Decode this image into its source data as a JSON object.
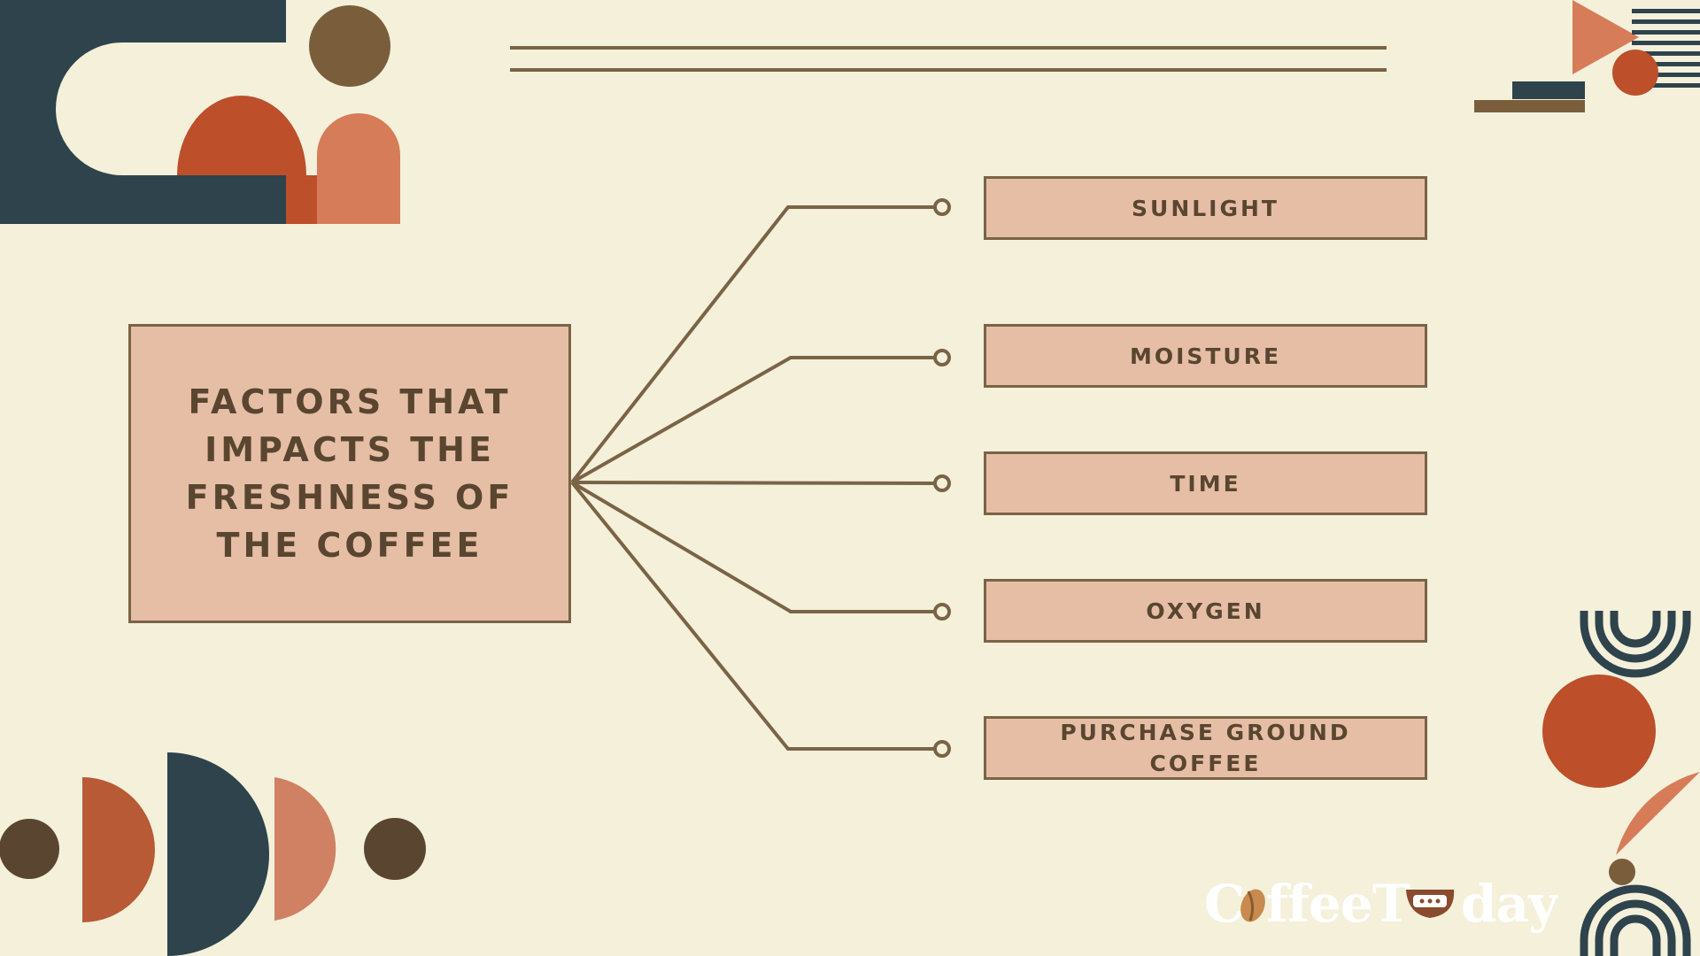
{
  "diagram": {
    "central_topic": "FACTORS THAT IMPACTS THE FRESHNESS OF THE COFFEE",
    "factors": [
      "SUNLIGHT",
      "MOISTURE",
      "TIME",
      "OXYGEN",
      "PURCHASE GROUND COFFEE"
    ]
  },
  "logo": {
    "text": "CoffeeToday",
    "colors": {
      "text": "#FFFFFF",
      "bean": "#C88A4E",
      "cup": "#8A4A2E"
    }
  },
  "colors": {
    "background": "#F4F0DA",
    "box_fill": "#E6BEA6",
    "line": "#7A6347",
    "text": "#5A4630",
    "navy": "#2E434C",
    "rust": "#BD4F2B",
    "salmon": "#D77C58",
    "olive": "#7A5E3C",
    "dark_brown": "#5A4630"
  }
}
